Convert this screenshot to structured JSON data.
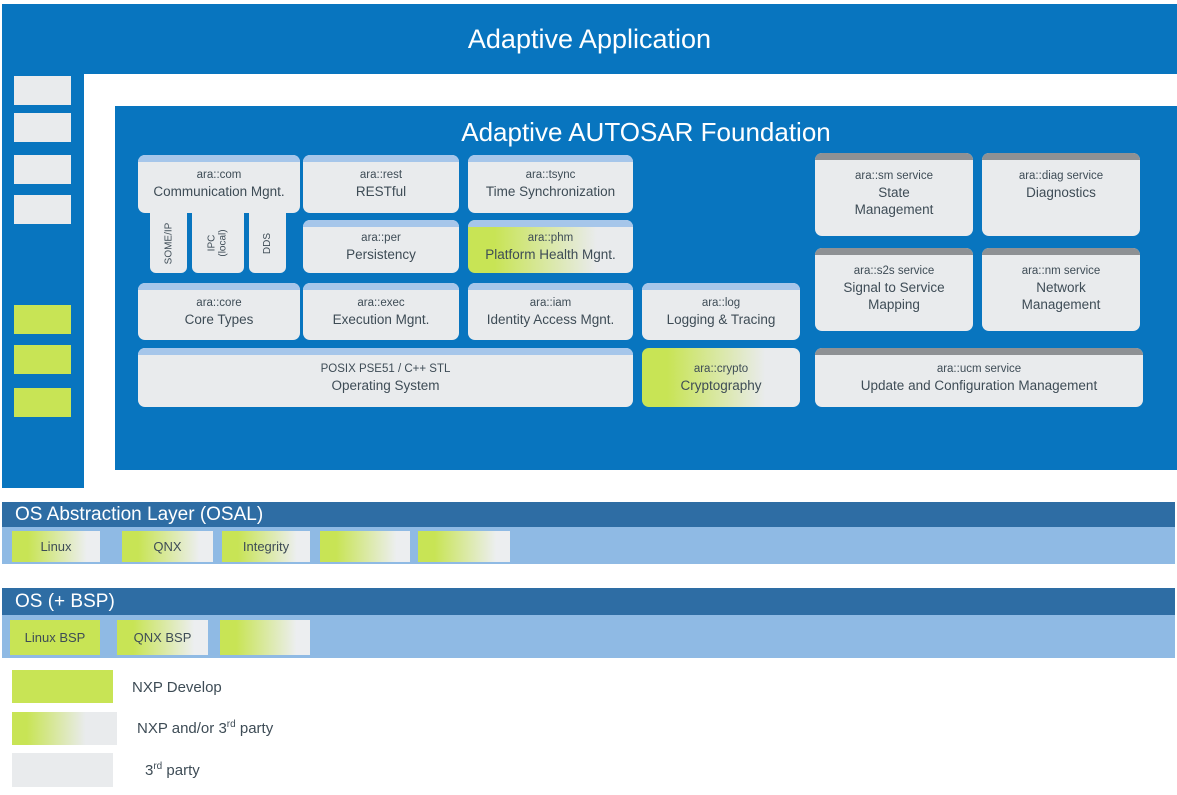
{
  "colors": {
    "primary_blue": "#0875bf",
    "section_header_blue": "#2e6da4",
    "section_band_blue": "#8fbae4",
    "box_strip_blue": "#a6c6ea",
    "box_strip_gray": "#8e9194",
    "box_body_gray": "#e9ebed",
    "nxp_green": "#c8e455",
    "text_dark": "#3e4c56",
    "text_white": "#ffffff"
  },
  "top_bar": {
    "title": "Adaptive Application"
  },
  "foundation": {
    "title": "Adaptive AUTOSAR Foundation",
    "modules": [
      {
        "ns": "ara::com",
        "name_lines": [
          "Communication Mgnt."
        ]
      },
      {
        "ns": "ara::rest",
        "name_lines": [
          "RESTful"
        ]
      },
      {
        "ns": "ara::tsync",
        "name_lines": [
          "Time Synchronization"
        ]
      },
      {
        "ns": "ara::per",
        "name_lines": [
          "Persistency"
        ]
      },
      {
        "ns": "ara::phm",
        "name_lines": [
          "Platform Health Mgnt."
        ]
      },
      {
        "ns": "ara::core",
        "name_lines": [
          "Core Types"
        ]
      },
      {
        "ns": "ara::exec",
        "name_lines": [
          "Execution Mgnt."
        ]
      },
      {
        "ns": "ara::iam",
        "name_lines": [
          "Identity Access Mgnt."
        ]
      },
      {
        "ns": "ara::log",
        "name_lines": [
          "Logging & Tracing"
        ]
      },
      {
        "ns": "POSIX PSE51 / C++ STL",
        "name_lines": [
          "Operating System"
        ]
      },
      {
        "ns": "ara::crypto",
        "name_lines": [
          "Cryptography"
        ]
      },
      {
        "ns": "ara::sm service",
        "name_lines": [
          "State",
          "Management"
        ]
      },
      {
        "ns": "ara::diag service",
        "name_lines": [
          "Diagnostics"
        ]
      },
      {
        "ns": "ara::s2s service",
        "name_lines": [
          "Signal to Service",
          "Mapping"
        ]
      },
      {
        "ns": "ara::nm service",
        "name_lines": [
          "Network",
          "Management"
        ]
      },
      {
        "ns": "ara::ucm service",
        "name_lines": [
          "Update and Configuration Management"
        ]
      }
    ],
    "com_protocols": [
      {
        "lines": [
          "SOME/IP"
        ]
      },
      {
        "lines": [
          "IPC",
          "(local)"
        ]
      },
      {
        "lines": [
          "DDS"
        ]
      }
    ]
  },
  "osal": {
    "title": "OS Abstraction Layer (OSAL)",
    "boxes": [
      {
        "label": "Linux"
      },
      {
        "label": "QNX"
      },
      {
        "label": "Integrity"
      },
      {
        "label": ""
      },
      {
        "label": ""
      }
    ]
  },
  "os_bsp": {
    "title": "OS (+ BSP)",
    "boxes": [
      {
        "label": "Linux BSP"
      },
      {
        "label": "QNX BSP"
      },
      {
        "label": ""
      }
    ]
  },
  "legend": [
    {
      "before": "NXP Develop",
      "sup": "",
      "after": ""
    },
    {
      "before": "NXP and/or 3",
      "sup": "rd",
      "after": " party"
    },
    {
      "before": "3",
      "sup": "rd",
      "after": " party"
    }
  ]
}
